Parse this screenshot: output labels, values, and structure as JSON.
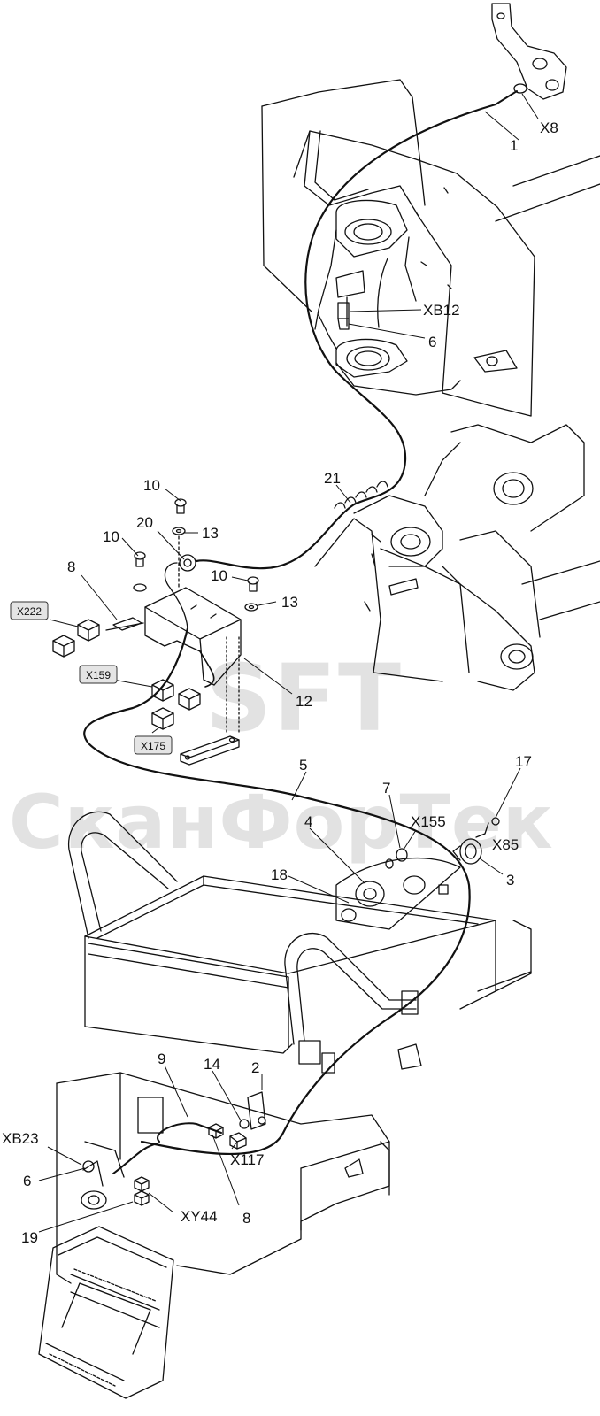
{
  "watermark": {
    "logo": "SFT",
    "text": "СканФорТек"
  },
  "callouts": {
    "x8": "X8",
    "p1": "1",
    "xb12": "XB12",
    "p6_top": "6",
    "p21": "21",
    "p10_a": "10",
    "p20": "20",
    "p13_a": "13",
    "p10_b": "10",
    "p8_top": "8",
    "p10_c": "10",
    "p13_b": "13",
    "x222": "X222",
    "x159": "X159",
    "p12": "12",
    "x175": "X175",
    "p5": "5",
    "p17": "17",
    "p7": "7",
    "x155": "X155",
    "p4": "4",
    "x85": "X85",
    "p18": "18",
    "p3": "3",
    "p9": "9",
    "p14": "14",
    "p2": "2",
    "xb23": "XB23",
    "x117": "X117",
    "p6_bottom": "6",
    "p8_bottom": "8",
    "xy44": "XY44",
    "p19": "19"
  }
}
